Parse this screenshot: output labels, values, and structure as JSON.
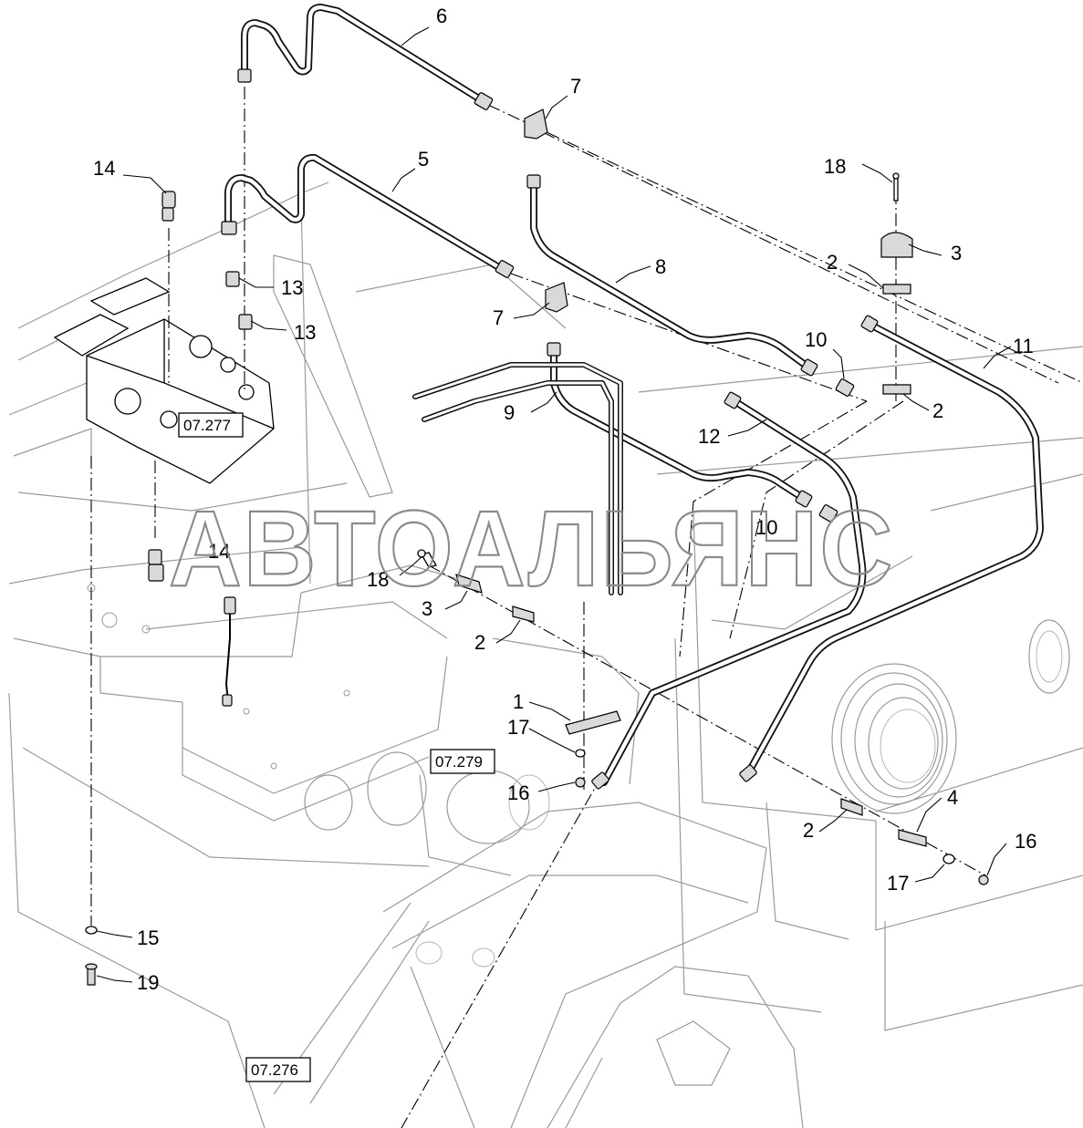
{
  "diagram": {
    "watermark": "АВТОАЛЬЯНС",
    "callouts": [
      "1",
      "2",
      "2",
      "2",
      "2",
      "3",
      "3",
      "4",
      "5",
      "6",
      "7",
      "7",
      "8",
      "9",
      "10",
      "10",
      "11",
      "12",
      "13",
      "13",
      "14",
      "14",
      "15",
      "16",
      "16",
      "17",
      "17",
      "18",
      "18",
      "19"
    ],
    "reference_boxes": [
      "07.277",
      "07.279",
      "07.276"
    ]
  }
}
